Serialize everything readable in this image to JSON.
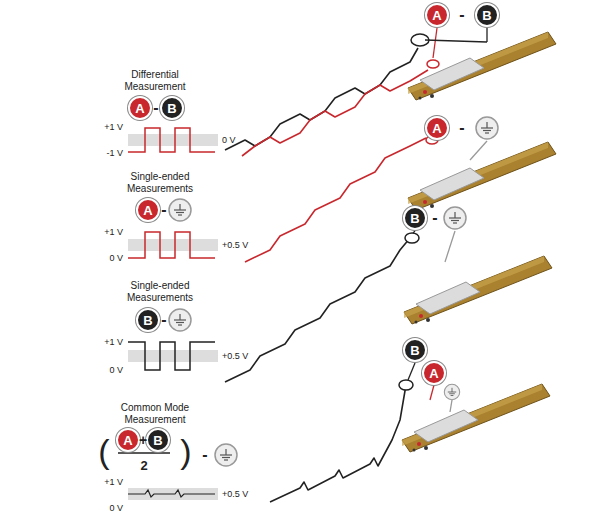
{
  "diagram": {
    "nodes": [
      {
        "text": [
          "A"
        ]
      },
      {
        "text": [
          "B"
        ]
      },
      {
        "text": [
          "A"
        ]
      },
      {
        "text": [
          "B"
        ]
      },
      {
        "text": [
          "A"
        ]
      },
      {
        "text": [
          "A"
        ]
      },
      {
        "text": [
          "B"
        ]
      },
      {
        "text": [
          "B"
        ]
      },
      {
        "text": [
          "B"
        ]
      },
      {
        "text": [
          "A"
        ]
      },
      {
        "text": [
          "A"
        ]
      },
      {
        "text": [
          "B"
        ]
      }
    ],
    "labels": [
      "-",
      "Differential Measurement",
      "-",
      "+1 V",
      "-1 V",
      "0 V",
      "-",
      "Single-ended Measurements",
      "-",
      "+1 V",
      "0 V",
      "+0.5 V",
      "-",
      "Single-ended Measurements",
      "-",
      "+1 V",
      "0 V",
      "+0.5 V",
      "Common Mode Measurement",
      "(",
      "+",
      "2",
      ")",
      "-",
      "+1 V",
      "0 V",
      "+0.5 V"
    ]
  }
}
